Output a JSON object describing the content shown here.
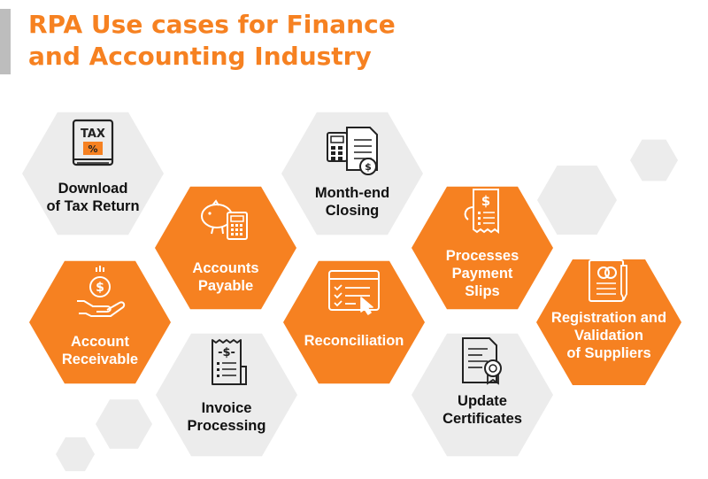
{
  "title": {
    "line1": "RPA Use cases for Finance",
    "line2": "and Accounting Industry"
  },
  "colors": {
    "accent": "#F68121",
    "grey_hex": "#ECECEC",
    "title_bar": "#BDBDBD",
    "dark_text": "#111111",
    "light_text": "#FFFFFF",
    "icon_stroke": "#222222"
  },
  "use_cases": [
    {
      "id": "download-of-tax-return",
      "lines": [
        "Download",
        "of Tax Return"
      ],
      "style": "grey",
      "icon": "tax-document-icon",
      "icon_text": "TAX"
    },
    {
      "id": "accounts-payable",
      "lines": [
        "Accounts",
        "Payable"
      ],
      "style": "orange",
      "icon": "piggy-bank-calculator-icon"
    },
    {
      "id": "month-end-closing",
      "lines": [
        "Month-end",
        "Closing"
      ],
      "style": "grey",
      "icon": "calculator-document-icon"
    },
    {
      "id": "processes-payment-slips",
      "lines": [
        "Processes",
        "Payment",
        "Slips"
      ],
      "style": "orange",
      "icon": "payment-receipt-icon"
    },
    {
      "id": "account-receivable",
      "lines": [
        "Account",
        "Receivable"
      ],
      "style": "orange",
      "icon": "hand-coin-icon"
    },
    {
      "id": "reconciliation",
      "lines": [
        "Reconciliation"
      ],
      "style": "orange",
      "icon": "checklist-browser-icon"
    },
    {
      "id": "registration-and-validation-of-suppliers",
      "lines": [
        "Registration and",
        "Validation",
        "of Suppliers"
      ],
      "style": "orange",
      "icon": "certificate-pen-icon"
    },
    {
      "id": "invoice-processing",
      "lines": [
        "Invoice",
        "Processing"
      ],
      "style": "grey",
      "icon": "invoice-icon"
    },
    {
      "id": "update-certificates",
      "lines": [
        "Update",
        "Certificates"
      ],
      "style": "grey",
      "icon": "certificate-icon"
    }
  ]
}
